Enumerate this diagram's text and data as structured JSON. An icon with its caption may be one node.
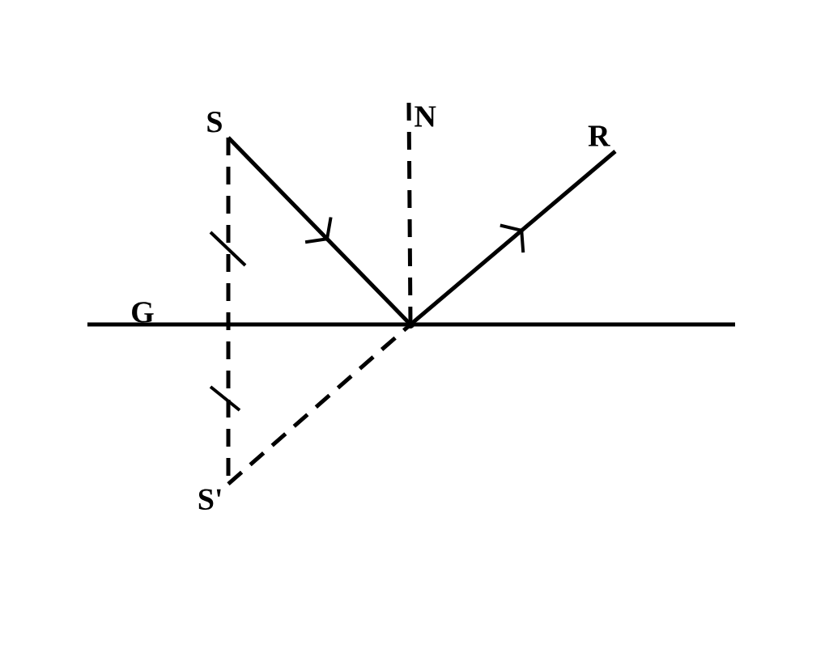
{
  "diagram": {
    "nodes": [
      {
        "text": [
          "S"
        ]
      },
      {
        "text": [
          "N"
        ]
      },
      {
        "text": [
          "R"
        ]
      },
      {
        "text": [
          "S'"
        ]
      },
      {
        "text": [],
        "shape": "point"
      }
    ],
    "edges": [
      {
        "from": 0,
        "to": 4,
        "arrow": "to"
      },
      {
        "from": 4,
        "to": 2,
        "arrow": "to"
      },
      {
        "from": 4,
        "to": 1,
        "arrow": "none",
        "style": "dashed"
      },
      {
        "from": 0,
        "to": 3,
        "arrow": "none",
        "style": "dashed"
      },
      {
        "from": 3,
        "to": 4,
        "arrow": "none",
        "style": "dashed"
      }
    ],
    "labels": [
      "G"
    ]
  }
}
